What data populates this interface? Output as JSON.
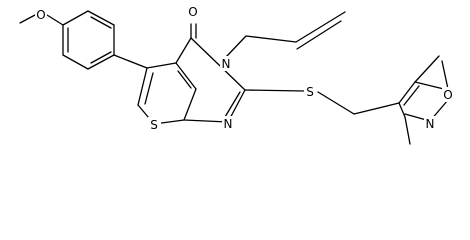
{
  "molecule": {
    "atom_labels": {
      "methoxy_oxygen": "O",
      "carbonyl_oxygen": "O",
      "ring_nitrogen_3": "N",
      "ring_nitrogen_1": "N",
      "thioether_sulfur": "S",
      "thiophene_sulfur": "S",
      "isoxazole_oxygen": "O",
      "isoxazole_nitrogen": "N"
    }
  }
}
